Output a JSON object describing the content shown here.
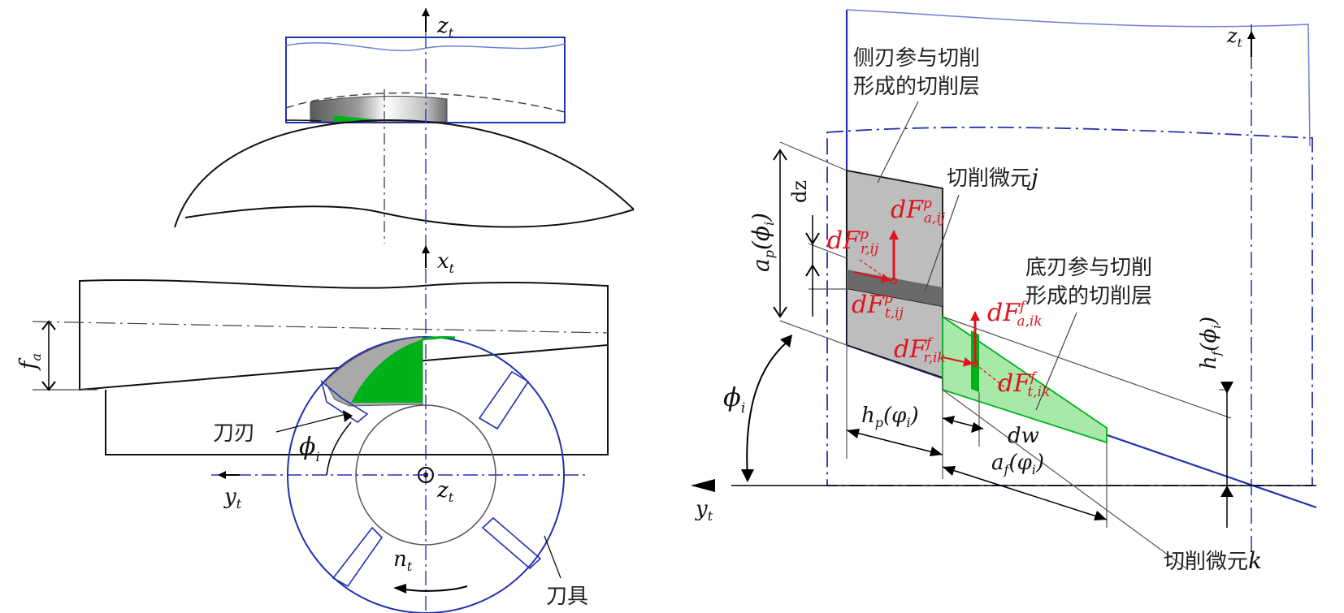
{
  "left": {
    "axis_zt_top": "z",
    "axis_zt_top_sub": "t",
    "axis_xt": "x",
    "axis_xt_sub": "t",
    "axis_yt": "y",
    "axis_yt_sub": "t",
    "axis_zt_center": "z",
    "axis_zt_center_sub": "t",
    "fa": "f",
    "fa_sub": "a",
    "phi": "ϕ",
    "phi_sub": "i",
    "blade_label": "刀刃",
    "nt": "n",
    "nt_sub": "t",
    "tool_label": "刀具"
  },
  "right": {
    "axis_zt": "z",
    "axis_zt_sub": "t",
    "axis_yt": "y",
    "axis_yt_sub": "t",
    "side_layer_line1": "侧刃参与切削",
    "side_layer_line2": "形成的切削层",
    "element_j": "切削微元",
    "element_j_var": "j",
    "bottom_layer_line1": "底刃参与切削",
    "bottom_layer_line2": "形成的切削层",
    "element_k": "切削微元",
    "element_k_var": "k",
    "dz": "dz",
    "dw": "dw",
    "ap": "a",
    "ap_sub": "p",
    "ap_arg": "(ϕ",
    "ap_arg_sub": "i",
    "ap_close": ")",
    "hf": "h",
    "hf_sub": "f",
    "hf_arg": "(ϕ",
    "hf_arg_sub": "i",
    "hf_close": ")",
    "hp": "h",
    "hp_sub": "p",
    "hp_arg": "(φ",
    "hp_arg_sub": "i",
    "hp_close": ")",
    "af": "a",
    "af_sub": "f",
    "af_arg": "(φ",
    "af_arg_sub": "i",
    "af_close": ")",
    "phi": "ϕ",
    "phi_sub": "i",
    "F_a_p": "dF",
    "F_a_p_sup": "p",
    "F_a_p_sub": "a,ij",
    "F_r_p": "dF",
    "F_r_p_sup": "p",
    "F_r_p_sub": "r,ij",
    "F_t_p": "dF",
    "F_t_p_sup": "p",
    "F_t_p_sub": "t,ij",
    "F_a_f": "dF",
    "F_a_f_sup": "f",
    "F_a_f_sub": "a,ik",
    "F_r_f": "dF",
    "F_r_f_sup": "f",
    "F_r_f_sub": "r,ik",
    "F_t_f": "dF",
    "F_t_f_sup": "f",
    "F_t_f_sub": "t,ik"
  },
  "colors": {
    "blue": "#2230b0",
    "light_blue": "#6f7fd8",
    "green": "#00b21a",
    "light_green": "#a8e8a8",
    "gray": "#a9a9a9",
    "dark_gray": "#6a6a6a",
    "red": "#e0141e"
  }
}
